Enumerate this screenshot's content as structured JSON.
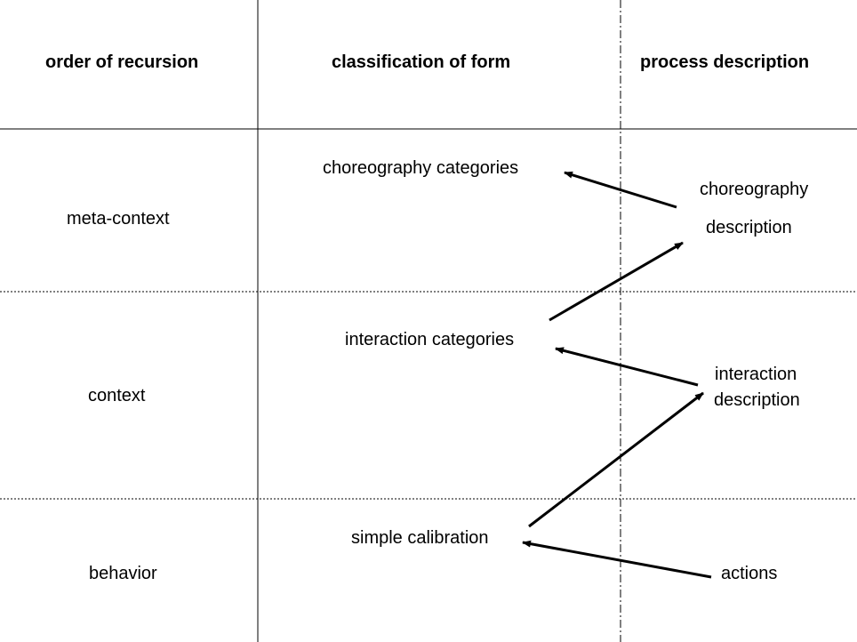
{
  "headers": {
    "col1": "order of recursion",
    "col2": "classification of form",
    "col3": "process description"
  },
  "rows": {
    "meta_context": "meta-context",
    "context": "context",
    "behavior": "behavior"
  },
  "classification": {
    "choreography_categories": "choreography categories",
    "interaction_categories": "interaction categories",
    "simple_calibration": "simple calibration"
  },
  "process": {
    "choreography": "choreography",
    "choreography_description": "description",
    "interaction": "interaction",
    "interaction_description": "description",
    "actions": "actions"
  }
}
